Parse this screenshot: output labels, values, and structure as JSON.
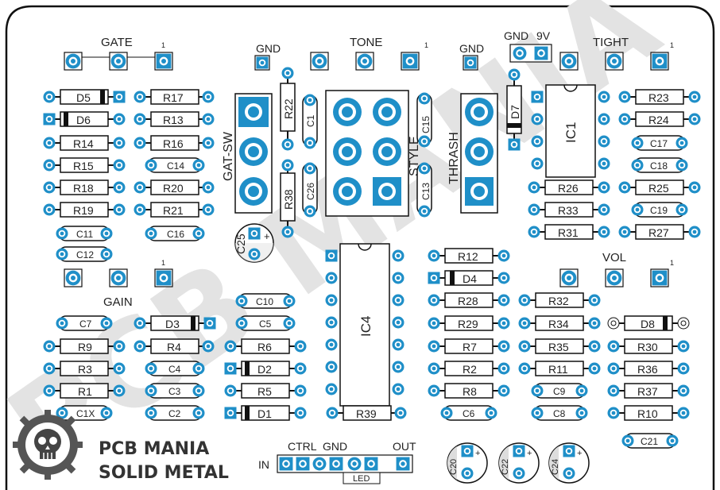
{
  "watermark": "PCB MANIA",
  "brand": {
    "line1": "PCB MANIA",
    "line2": "SOLID METAL",
    "logo_icon": "skull-gear-icon"
  },
  "colors": {
    "pad": "#1f8fc8",
    "outline": "#111111",
    "board_bg": "#ffffff",
    "watermark": "#d9d9d9"
  },
  "pots": {
    "gate": {
      "label": "GATE",
      "pin1": "1"
    },
    "tone": {
      "label": "TONE",
      "pin1": "1"
    },
    "tight": {
      "label": "TIGHT",
      "pin1": "1"
    },
    "gain": {
      "label": "GAIN",
      "pin1": "1"
    },
    "vol": {
      "label": "VOL",
      "pin1": "1"
    }
  },
  "headers": {
    "gnd1": "GND",
    "gnd2": "GND",
    "gnd9v_gnd": "GND",
    "gnd9v_9v": "9V",
    "in": "IN",
    "ctrl": "CTRL",
    "gnd3": "GND",
    "out": "OUT",
    "led": "LED"
  },
  "switches": {
    "gatsw": "GAT-SW",
    "style": "STYLE",
    "thrash": "THRASH"
  },
  "ics": {
    "ic1": "IC1",
    "ic4": "IC4"
  },
  "resistors": {
    "R17": "R17",
    "R13": "R13",
    "R16": "R16",
    "R14": "R14",
    "R15": "R15",
    "R18": "R18",
    "R19": "R19",
    "R20": "R20",
    "R21": "R21",
    "R22": "R22",
    "R38": "R38",
    "R23": "R23",
    "R24": "R24",
    "R25": "R25",
    "R26": "R26",
    "R33": "R33",
    "R31": "R31",
    "R27": "R27",
    "R12": "R12",
    "R28": "R28",
    "R29": "R29",
    "R7": "R7",
    "R2": "R2",
    "R8": "R8",
    "R32": "R32",
    "R34": "R34",
    "R35": "R35",
    "R11": "R11",
    "R30": "R30",
    "R36": "R36",
    "R37": "R37",
    "R10": "R10",
    "R9": "R9",
    "R4": "R4",
    "R6": "R6",
    "R3": "R3",
    "R1": "R1",
    "R5": "R5",
    "R39": "R39"
  },
  "capacitors": {
    "C14": "C14",
    "C11": "C11",
    "C16": "C16",
    "C12": "C12",
    "C1": "C1",
    "C26": "C26",
    "C15": "C15",
    "C13": "C13",
    "C17": "C17",
    "C18": "C18",
    "C19": "C19",
    "C10": "C10",
    "C5": "C5",
    "C7": "C7",
    "C4": "C4",
    "C3": "C3",
    "C1X": "C1X",
    "C2": "C2",
    "C9": "C9",
    "C8": "C8",
    "C6": "C6",
    "C21": "C21"
  },
  "electrolytics": {
    "C25": "C25",
    "C20": "C20",
    "C22": "C22",
    "C24": "C24"
  },
  "diodes": {
    "D5": "D5",
    "D6": "D6",
    "D7": "D7",
    "D3": "D3",
    "D2": "D2",
    "D1": "D1",
    "D4": "D4",
    "D8": "D8"
  }
}
